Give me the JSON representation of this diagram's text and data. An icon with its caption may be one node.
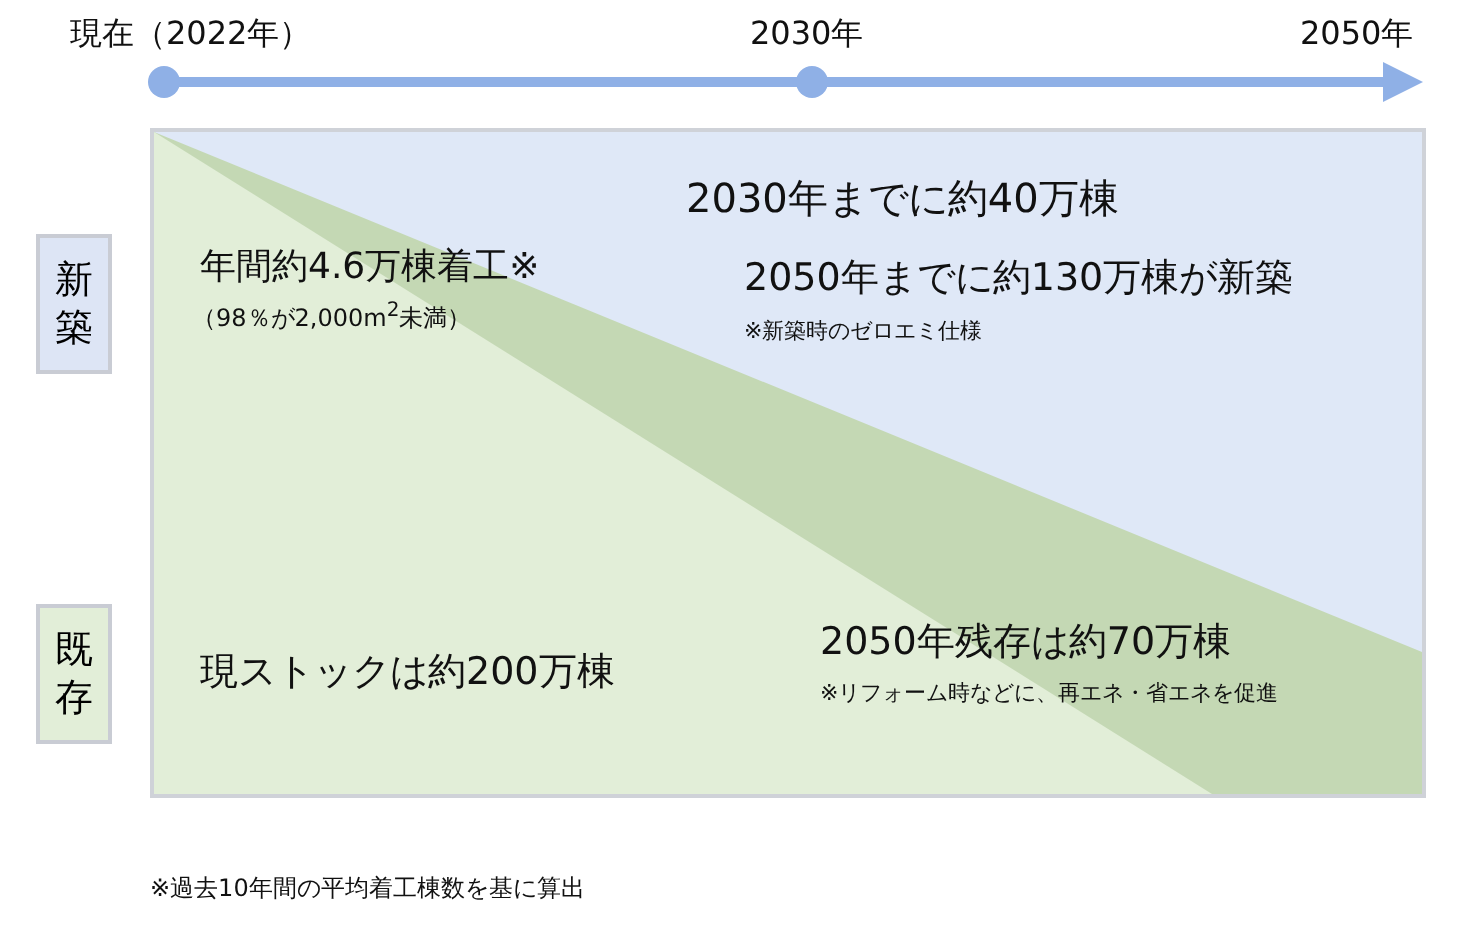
{
  "diagram": {
    "nodes": [
      {
        "text": [
          "新築"
        ]
      },
      {
        "text": [
          "既存"
        ]
      }
    ],
    "labels": [
      "現在（2022年）",
      "2030年",
      "2050年",
      "2030年までに約40万棟",
      "年間約4.6万棟着工※",
      "（98％が2,000m$^{2}$未満）",
      "2050年までに約130万棟が新築",
      "※新築時のゼロエミ仕様",
      "現ストックは約200万棟",
      "2050年残存は約70万棟",
      "※リフォーム時などに、再エネ・省エネを促進",
      "※過去10年間の平均着工棟数を基に算出"
    ]
  }
}
